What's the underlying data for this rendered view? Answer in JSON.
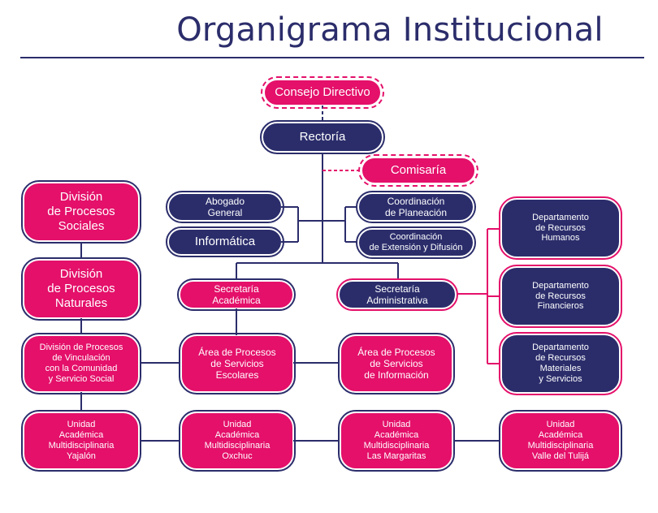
{
  "title": "Organigrama Institucional",
  "colors": {
    "navy": "#2b2d6b",
    "pink": "#e4106a"
  },
  "nodes": {
    "consejo": "Consejo Directivo",
    "rectoria": "Rectoría",
    "comisaria": "Comisaría",
    "abogado": "Abogado\nGeneral",
    "informatica": "Informática",
    "coord_planeacion": "Coordinación\nde Planeación",
    "coord_extension": "Coordinación\nde Extensión y Difusión",
    "div_sociales": "División\nde Procesos\nSociales",
    "div_naturales": "División\nde Procesos\nNaturales",
    "div_vinculacion": "División de Procesos\nde Vinculación\ncon la Comunidad\ny Servicio Social",
    "sec_academica": "Secretaría\nAcadémica",
    "sec_administrativa": "Secretaría\nAdministrativa",
    "area_escolares": "Área de Procesos\nde Servicios\nEscolares",
    "area_informacion": "Área de Procesos\nde Servicios\nde Información",
    "dep_humanos": "Departamento\nde Recursos\nHumanos",
    "dep_financieros": "Departamento\nde Recursos\nFinancieros",
    "dep_materiales": "Departamento\nde Recursos\nMateriales\ny Servicios",
    "ua_yajalon": "Unidad\nAcadémica\nMultidisciplinaria\nYajalón",
    "ua_oxchuc": "Unidad\nAcadémica\nMultidisciplinaria\nOxchuc",
    "ua_margaritas": "Unidad\nAcadémica\nMultidisciplinaria\nLas Margaritas",
    "ua_tulija": "Unidad\nAcadémica\nMultidisciplinaria\nValle del Tulijá"
  }
}
